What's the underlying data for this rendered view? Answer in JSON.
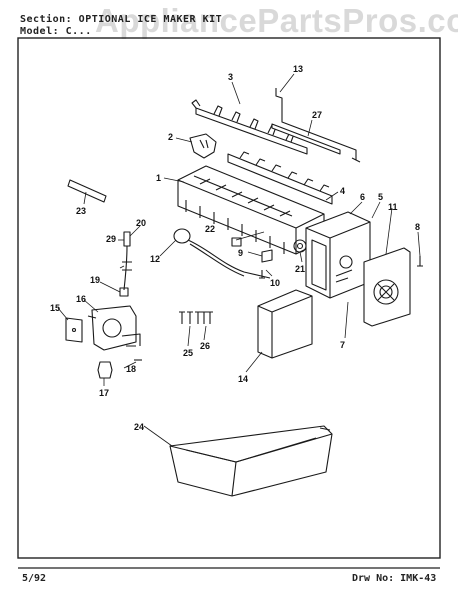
{
  "header": {
    "section": "Section: OPTIONAL ICE MAKER KIT",
    "model": "Model: C..."
  },
  "watermark": "AppliancePartsPros.com",
  "footer": {
    "date": "5/92",
    "drawing_no": "Drw No: IMK-43"
  },
  "callouts": {
    "c1": "1",
    "c2": "2",
    "c3": "3",
    "c4": "4",
    "c5": "5",
    "c6": "6",
    "c7": "7",
    "c8": "8",
    "c9": "9",
    "c10": "10",
    "c11": "11",
    "c12": "12",
    "c13": "13",
    "c14": "14",
    "c15": "15",
    "c16": "16",
    "c17": "17",
    "c18": "18",
    "c19": "19",
    "c20": "20",
    "c21": "21",
    "c22": "22",
    "c23": "23",
    "c24": "24",
    "c25": "25",
    "c26": "26",
    "c27": "27",
    "c29": "29"
  },
  "colors": {
    "line": "#1a1a1a",
    "frame": "#222222",
    "watermark": "#888888"
  }
}
